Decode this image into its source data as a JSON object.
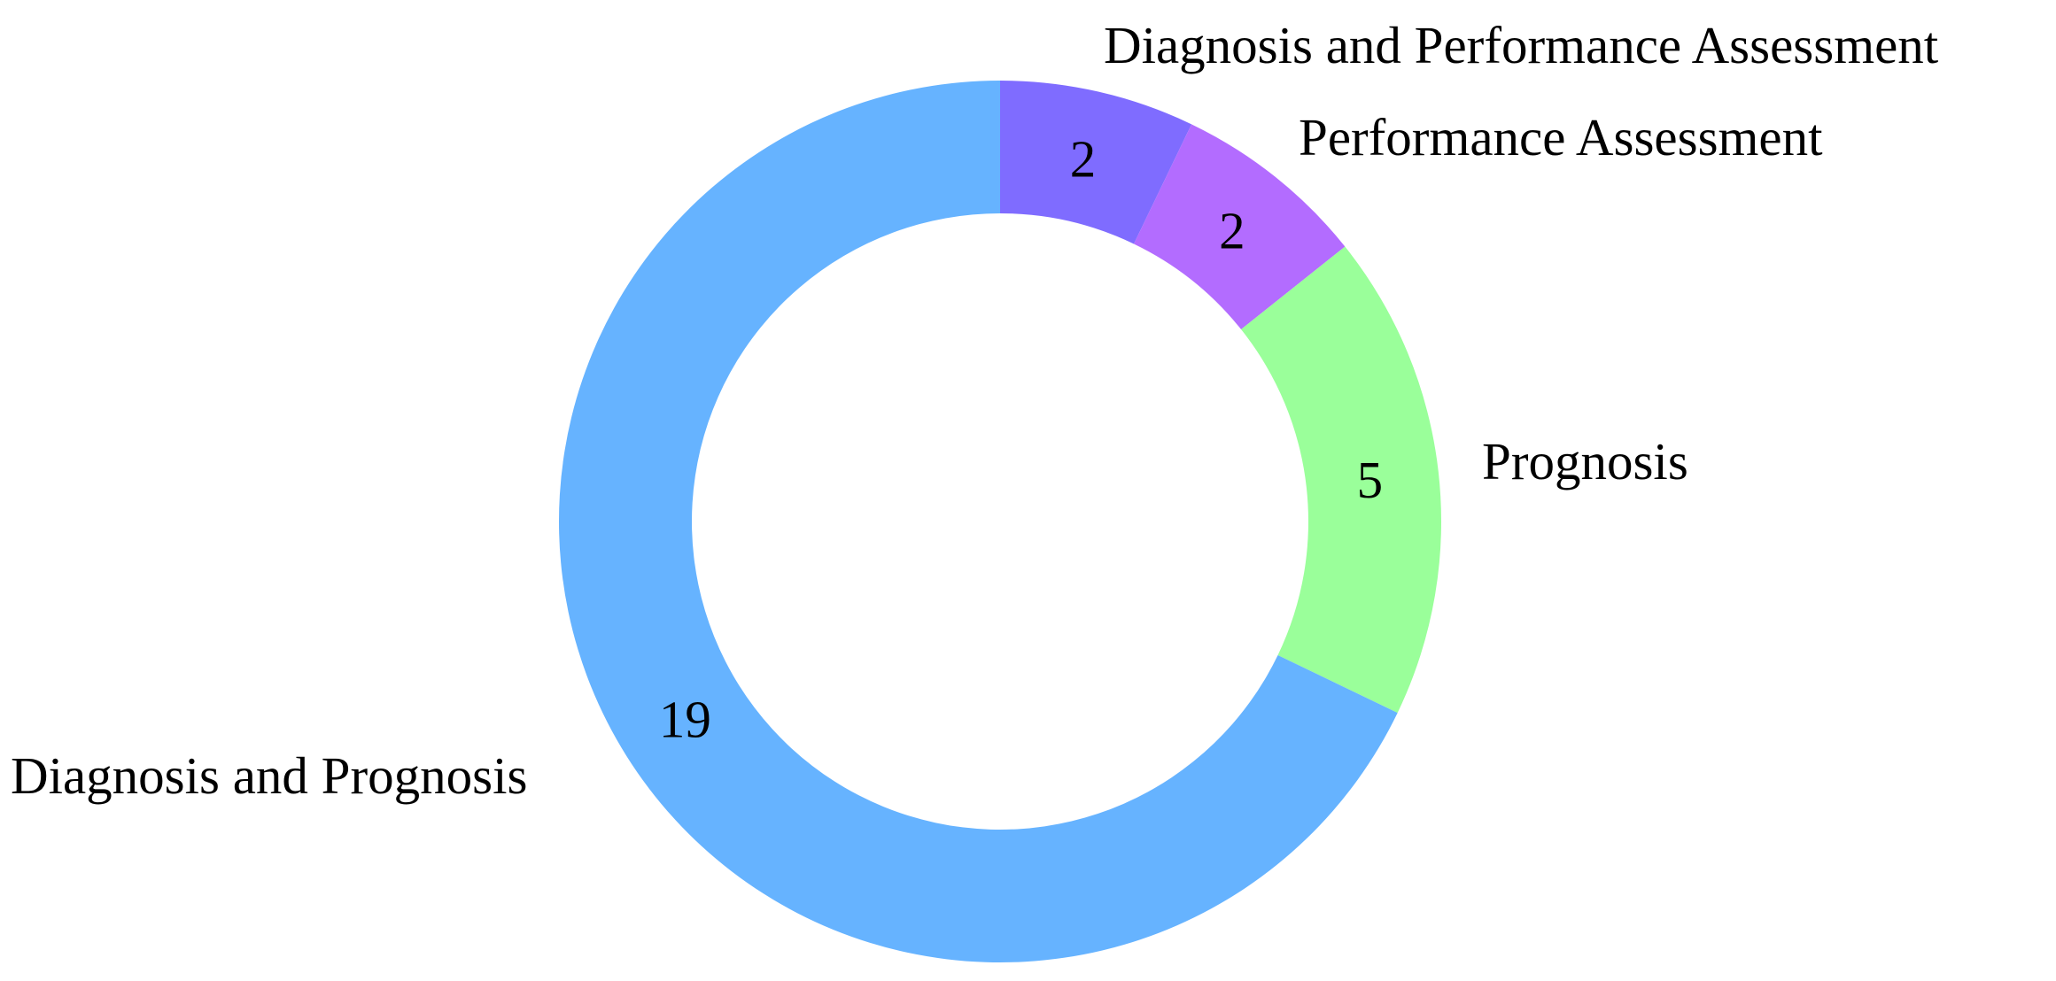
{
  "chart_data": {
    "type": "pie",
    "variant": "donut",
    "title": "",
    "legend": "none",
    "slices": [
      {
        "label": "Diagnosis and Performance Assessment",
        "value": 2,
        "value_label": "2",
        "color": "#7f6cff"
      },
      {
        "label": "Performance Assessment",
        "value": 2,
        "value_label": "2",
        "color": "#b36cff"
      },
      {
        "label": "Prognosis",
        "value": 5,
        "value_label": "5",
        "color": "#9aff9a"
      },
      {
        "label": "Diagnosis and Prognosis",
        "value": 19,
        "value_label": "19",
        "color": "#66b3ff"
      }
    ]
  }
}
